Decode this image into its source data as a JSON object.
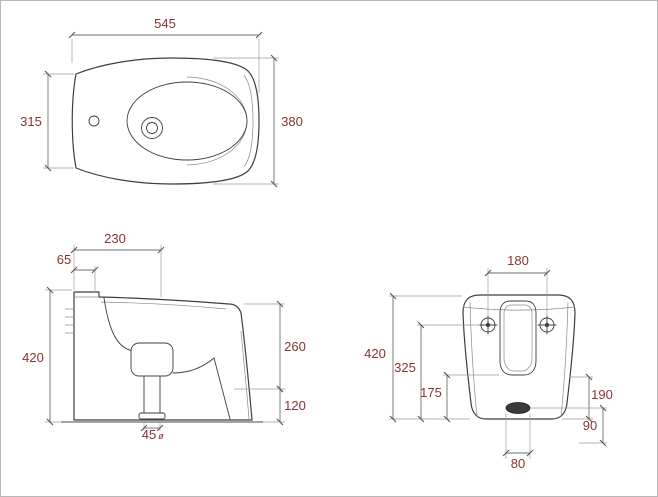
{
  "sheet": {
    "description": "Bidet technical drawing - three orthographic views with millimetre dimensions",
    "colors": {
      "background": "#ffffff",
      "frame_border": "#b8b8b8",
      "outline": "#3f3f3f",
      "dimension_line": "#6e6e6e",
      "dimension_text": "#8b3232"
    },
    "views": {
      "plan": {
        "name": "top view",
        "dims": {
          "overall_length": "545",
          "rear_width": "315",
          "overall_width": "380"
        }
      },
      "side": {
        "name": "side view",
        "dims": {
          "drain_setout": "230",
          "rear_ledge": "65",
          "overall_height": "420",
          "rim_to_underside": "260",
          "underside_to_floor": "120",
          "drain_size": "45",
          "drain_size_suffix": "ø"
        }
      },
      "front": {
        "name": "front view",
        "dims": {
          "fixing_bolt_spacing": "180",
          "overall_height": "420",
          "bolt_height": "325",
          "recess_height": "175",
          "side_height": "190",
          "outlet_height": "90",
          "outlet_width": "80"
        }
      }
    }
  }
}
